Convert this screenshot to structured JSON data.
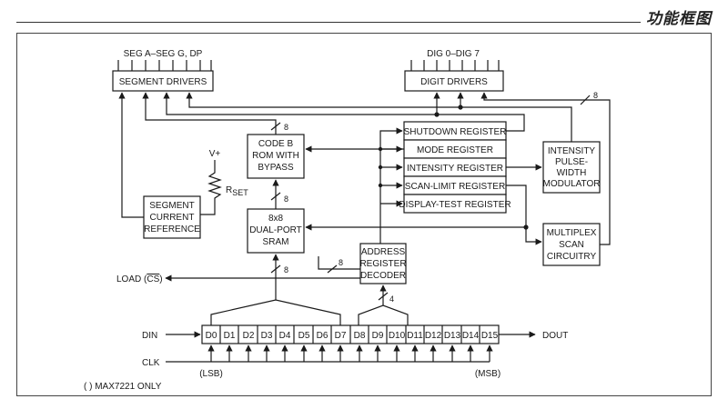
{
  "header": {
    "title": "功能框图"
  },
  "blocks": {
    "segment_drivers": "SEGMENT DRIVERS",
    "digit_drivers": "DIGIT DRIVERS",
    "code_b_rom": [
      "CODE B",
      "ROM WITH",
      "BYPASS"
    ],
    "dual_port_sram": [
      "8x8",
      "DUAL-PORT",
      "SRAM"
    ],
    "segment_current_reference": [
      "SEGMENT",
      "CURRENT",
      "REFERENCE"
    ],
    "address_register_decoder": [
      "ADDRESS",
      "REGISTER",
      "DECODER"
    ],
    "shutdown_register": "SHUTDOWN REGISTER",
    "mode_register": "MODE REGISTER",
    "intensity_register": "INTENSITY REGISTER",
    "scan_limit_register": "SCAN-LIMIT REGISTER",
    "display_test_register": "DISPLAY-TEST REGISTER",
    "intensity_pwm": [
      "INTENSITY",
      "PULSE-",
      "WIDTH",
      "MODULATOR"
    ],
    "multiplex_scan": [
      "MULTIPLEX",
      "SCAN",
      "CIRCUITRY"
    ]
  },
  "labels": {
    "seg_outputs": "SEG A–SEG G, DP",
    "dig_outputs": "DIG 0–DIG 7",
    "vplus": "V+",
    "rset": "R",
    "rset_sub": "SET",
    "load": "LOAD (",
    "load_cs": "CS",
    "load_close": ")",
    "din": "DIN",
    "clk": "CLK",
    "dout": "DOUT",
    "lsb": "(LSB)",
    "msb": "(MSB)",
    "footnote": "( ) MAX7221 ONLY",
    "bus8": "8",
    "bus4": "4"
  },
  "shift_register": [
    "D0",
    "D1",
    "D2",
    "D3",
    "D4",
    "D5",
    "D6",
    "D7",
    "D8",
    "D9",
    "D10",
    "D11",
    "D12",
    "D13",
    "D14",
    "D15"
  ]
}
